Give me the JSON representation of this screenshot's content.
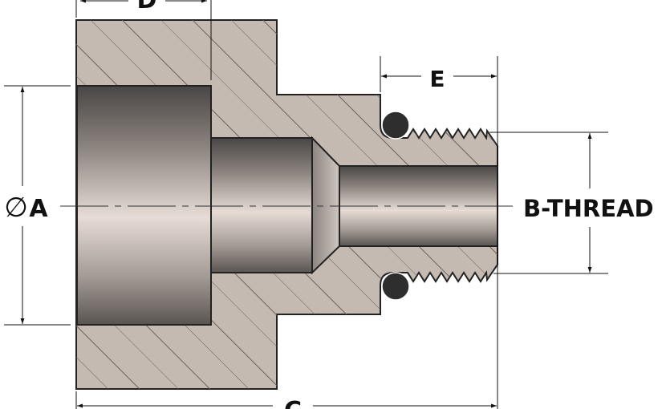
{
  "title": "Fitting cross-section drawing",
  "dimensions": {
    "A": {
      "symbol": "∅",
      "label": "A"
    },
    "B": {
      "label": "B-THREAD"
    },
    "C": {
      "label": "C"
    },
    "D": {
      "label": "D"
    },
    "E": {
      "label": "E"
    }
  },
  "colors": {
    "section_fill": "#c4bab2",
    "hatch": "#6a625c",
    "outline": "#222222",
    "oring": "#2e2e2e"
  }
}
